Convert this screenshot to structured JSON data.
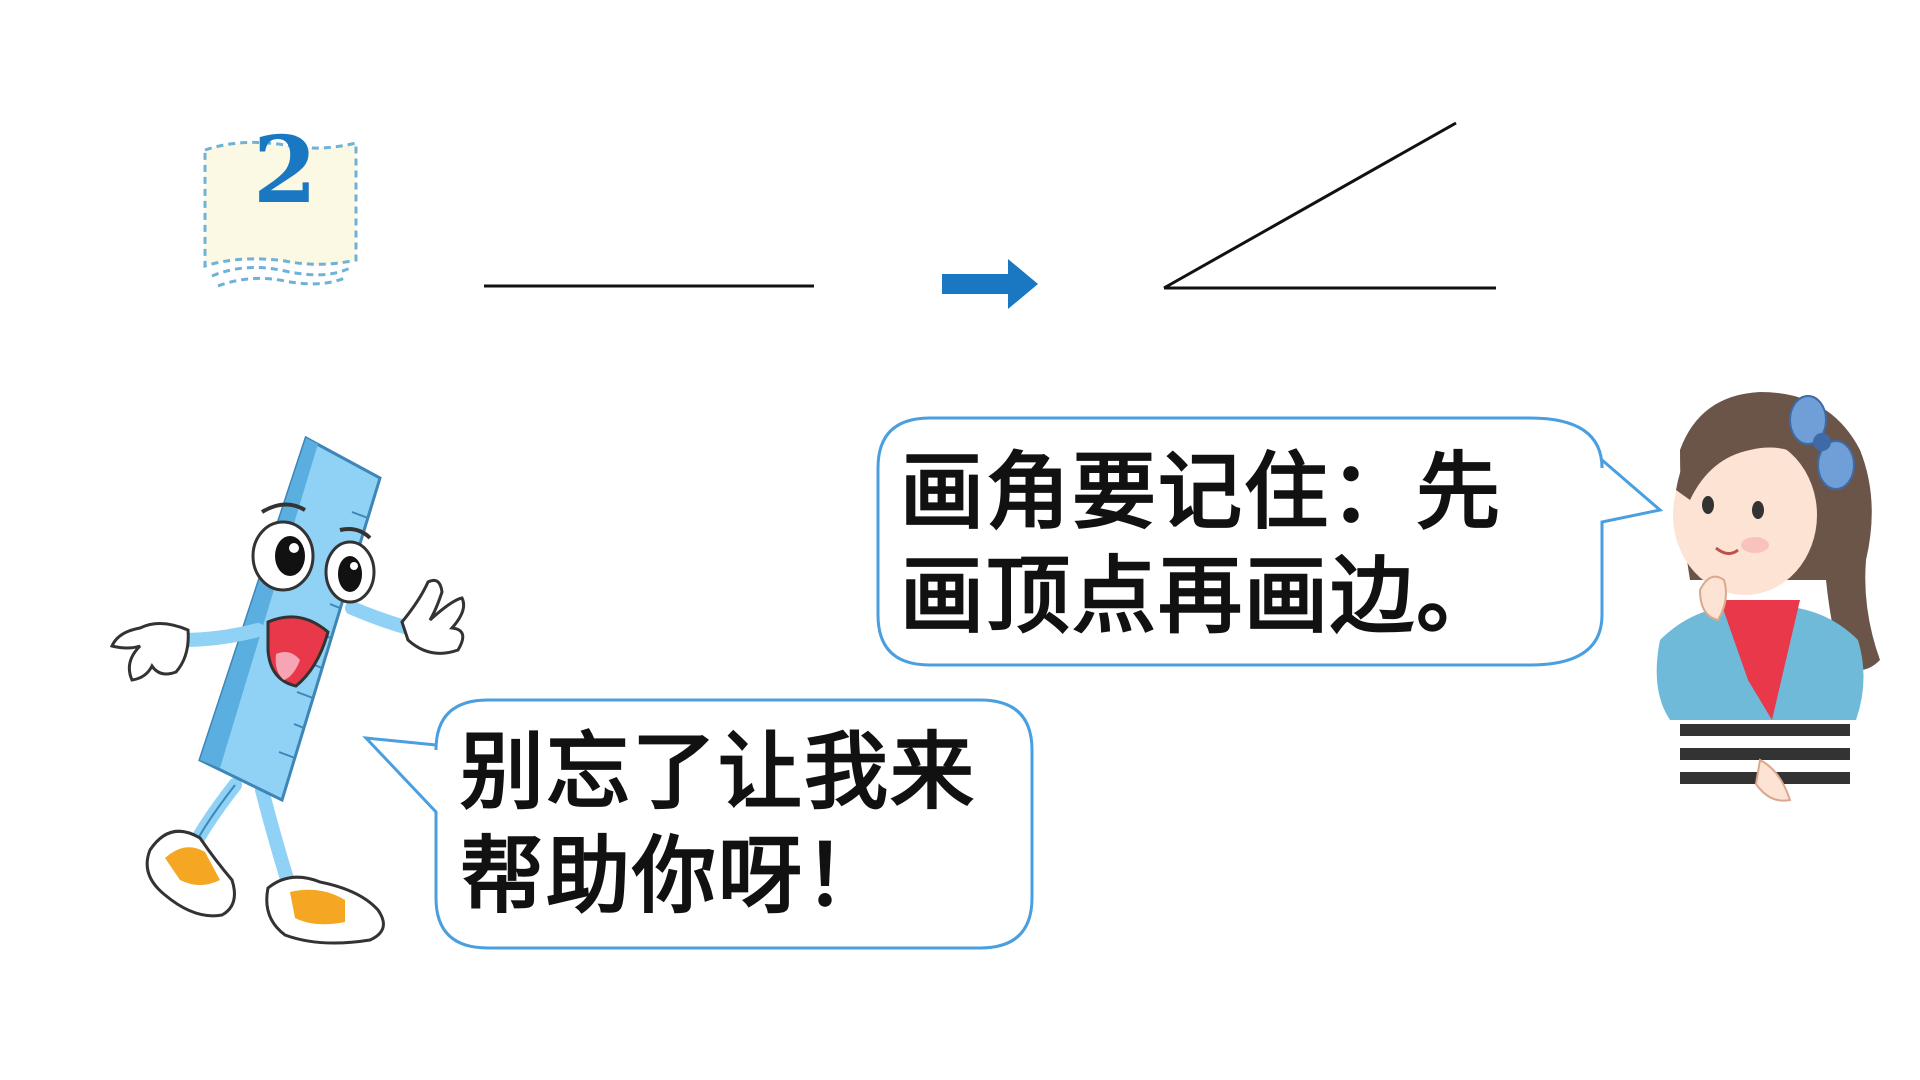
{
  "lesson_badge": {
    "number": "2"
  },
  "bubble_girl": {
    "line1": "画角要记住：先",
    "line2": "画顶点再画边。"
  },
  "bubble_ruler": {
    "line1": "别忘了让我来",
    "line2": "帮助你呀！"
  },
  "colors": {
    "bubble_border": "#4a9fe0",
    "arrow": "#1a78c2",
    "badge_bg": "#fbf9e3",
    "ruler_body": "#8fd2f5",
    "ruler_dark": "#5aaee0",
    "shoe": "#f5a623"
  }
}
